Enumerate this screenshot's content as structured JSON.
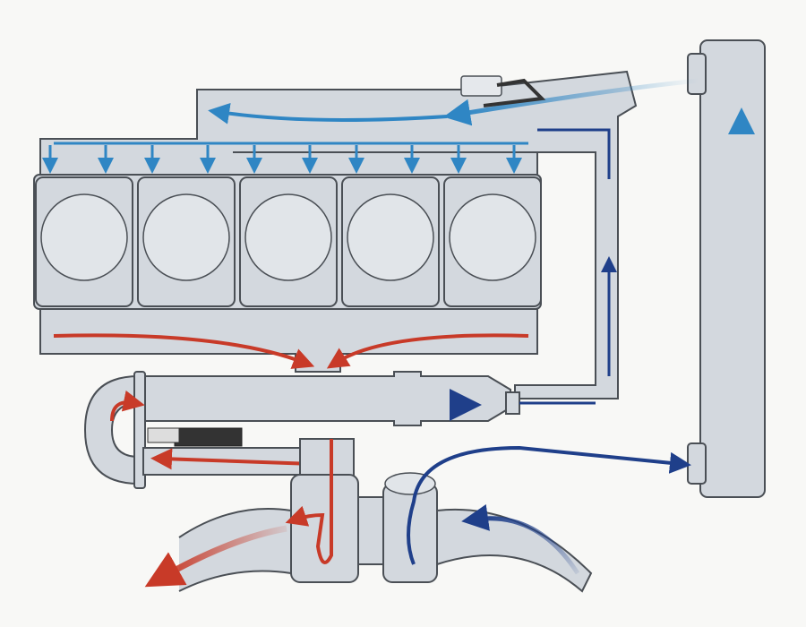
{
  "colors": {
    "background": "#f8f8f6",
    "part_fill": "#d3d8de",
    "outline": "#4a4f55",
    "hot_flow": "#c83a28",
    "cool_flow": "#1f3f8a",
    "fresh_flow": "#2f86c4"
  },
  "icons": [
    "engine-block",
    "cylinder",
    "intake-manifold",
    "exhaust-manifold",
    "egr-cooler",
    "egr-valve",
    "radiator",
    "turbocharger",
    "throttle-valve",
    "flow-arrow"
  ]
}
